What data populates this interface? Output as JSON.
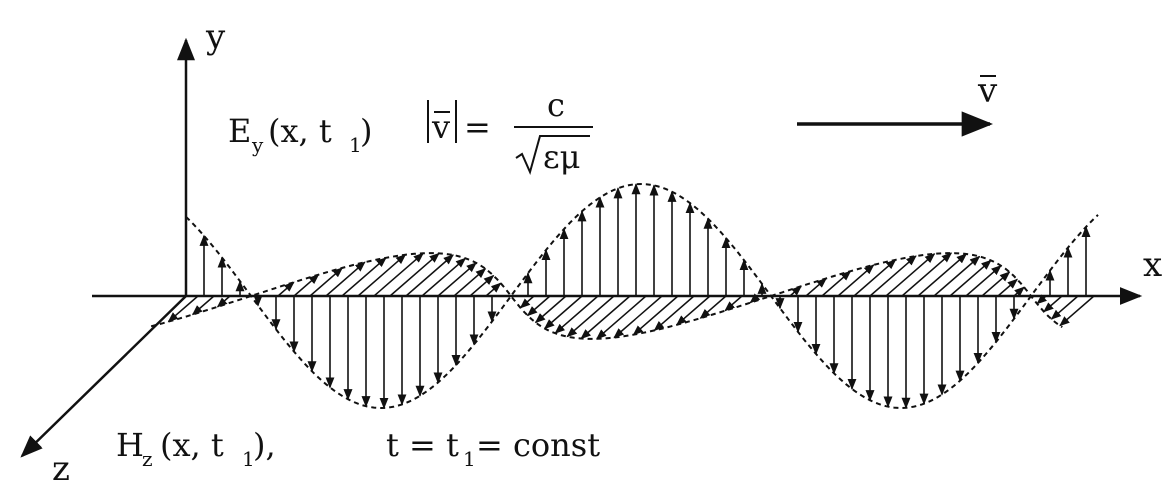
{
  "axes": {
    "y_label": "y",
    "x_label": "x",
    "z_label": "z"
  },
  "labels": {
    "e_field_main": "E",
    "e_field_sub": "y",
    "e_field_args_open": "(x, t",
    "e_field_args_sub": "1",
    "e_field_args_close": ")",
    "h_field_main": "H",
    "h_field_sub": "z",
    "h_field_args_open": "(x, t",
    "h_field_args_sub": "1",
    "h_field_args_close": "),",
    "velocity_vector": "v",
    "speed_lhs": "|v| =",
    "speed_numerator": "c",
    "speed_denominator": "εμ",
    "time_condition": "t = t",
    "time_condition_sub": "1",
    "time_condition_tail": "= const"
  },
  "colors": {
    "ink": "#111111",
    "background": "#ffffff"
  }
}
